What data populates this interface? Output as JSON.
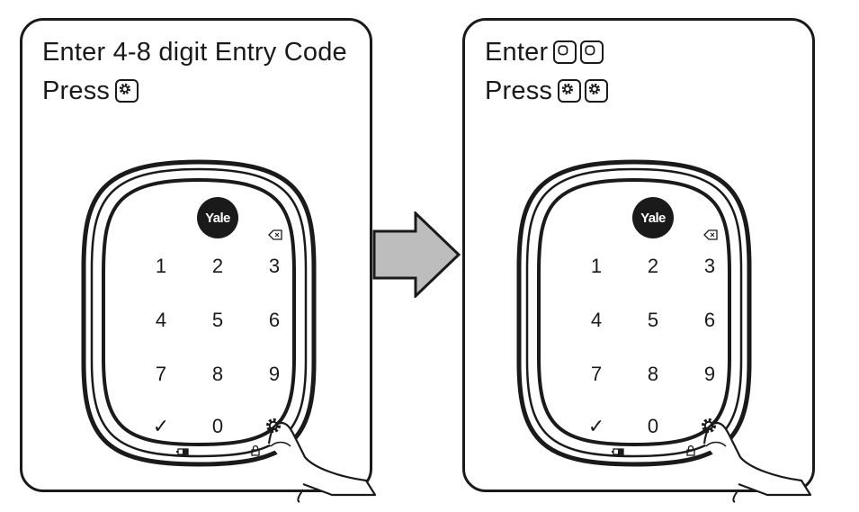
{
  "steps": [
    {
      "line1_text": "Enter 4-8 digit Entry Code",
      "line1_icons": [],
      "line2_text": "Press",
      "line2_icons": [
        "gear-key-icon"
      ]
    },
    {
      "line1_text": "Enter",
      "line1_icons": [
        "zero-key-icon",
        "zero-key-icon"
      ],
      "line2_text": "Press",
      "line2_icons": [
        "gear-key-icon",
        "gear-key-icon"
      ]
    }
  ],
  "keypad": {
    "brand": "Yale",
    "digits": [
      "1",
      "2",
      "3",
      "4",
      "5",
      "6",
      "7",
      "8",
      "9"
    ],
    "bottom_row": {
      "left": "✓",
      "middle": "0",
      "right": "gear-icon"
    },
    "top_right_icon": "backspace-icon",
    "status_icons": [
      "battery-icon",
      "lock-icon"
    ]
  },
  "between_steps_icon": "right-arrow-icon",
  "colors": {
    "ink": "#1a1a1a",
    "arrow_fill": "#bdbdbd"
  }
}
